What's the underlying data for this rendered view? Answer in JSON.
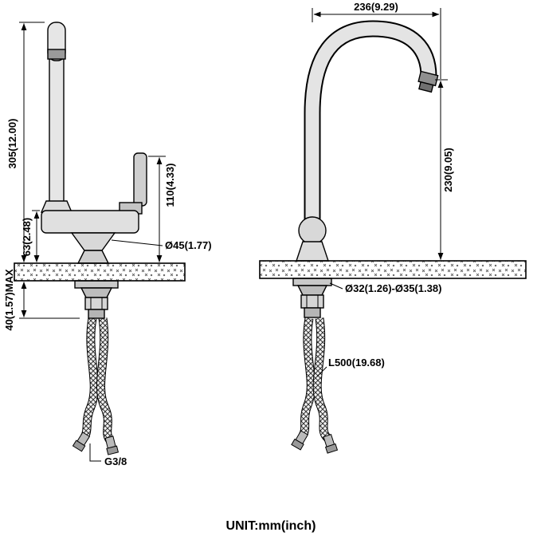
{
  "diagram": {
    "title": "faucet-installation-dimension-drawing",
    "unit_note": "UNIT:mm(inch)"
  },
  "labels": {
    "left_total_height": "305(12.00)",
    "left_handle_height": "110(4.33)",
    "left_body_height": "63(2.48)",
    "left_under_counter_max": "40(1.57)MAX",
    "left_base_diameter": "Ø45(1.77)",
    "left_connector_thread": "G3/8",
    "right_spout_reach": "236(9.29)",
    "right_spout_height": "230(9.05)",
    "right_hole_diameter": "Ø32(1.26)-Ø35(1.38)",
    "right_hose_length": "L500(19.68)"
  },
  "colors": {
    "line": "#000000",
    "metal_light": "#e6e6e6",
    "metal_mid": "#bdbdbd",
    "metal_dark": "#8f8f8f"
  }
}
